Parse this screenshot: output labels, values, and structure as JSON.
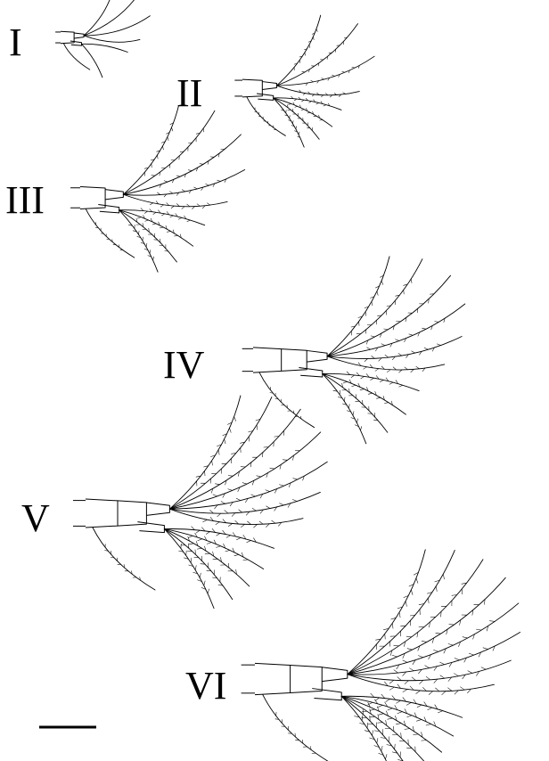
{
  "figure": {
    "stages": [
      {
        "id": "I",
        "label": "I"
      },
      {
        "id": "II",
        "label": "II"
      },
      {
        "id": "III",
        "label": "III"
      },
      {
        "id": "IV",
        "label": "IV"
      },
      {
        "id": "V",
        "label": "V"
      },
      {
        "id": "VI",
        "label": "VI"
      }
    ]
  },
  "style": {
    "ink_color": "#000000",
    "background_color": "#ffffff"
  }
}
